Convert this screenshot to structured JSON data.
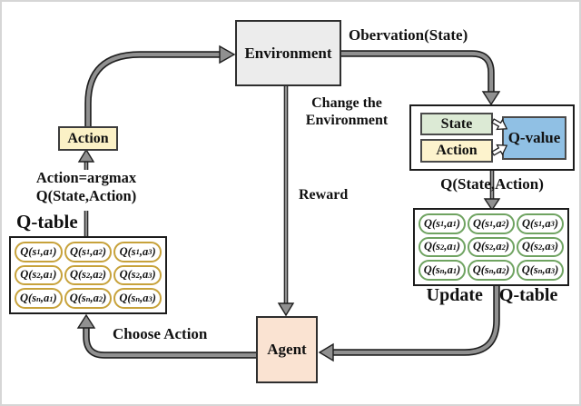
{
  "figure": {
    "environment_label": "Environment",
    "agent_label": "Agent",
    "action_box_label": "Action",
    "labels": {
      "observation": "Obervation(State)",
      "change_env_line1": "Change the",
      "change_env_line2": "Environment",
      "reward": "Reward",
      "q_state_action": "Q(State,Action)",
      "argmax_line1": "Action=argmax",
      "argmax_line2": "Q(State,Action)",
      "choose_action": "Choose Action",
      "update_word": "Update",
      "update_qtable_word": "Q-table",
      "qtable_title": "Q-table"
    },
    "mapping_box": {
      "state_label": "State",
      "action_label": "Action",
      "qvalue_label": "Q-value"
    },
    "qtable_cells": [
      "Q(s_1,a_1)",
      "Q(s_1,a_2)",
      "Q(s_1,a_3)",
      "Q(s_2,a_1)",
      "Q(s_2,a_2)",
      "Q(s_2,a_3)",
      "Q(s_n,a_1)",
      "Q(s_n,a_2)",
      "Q(s_n,a_3)"
    ],
    "colors": {
      "environment_fill": "#ececec",
      "agent_fill": "#fae3d2",
      "action_fill": "#fbf1c6",
      "state_fill": "#dcead5",
      "qvalue_fill": "#90c0e4",
      "left_pill_border": "#c7a23b",
      "right_pill_border": "#6fa361",
      "arrow_gray": "#909090"
    }
  }
}
